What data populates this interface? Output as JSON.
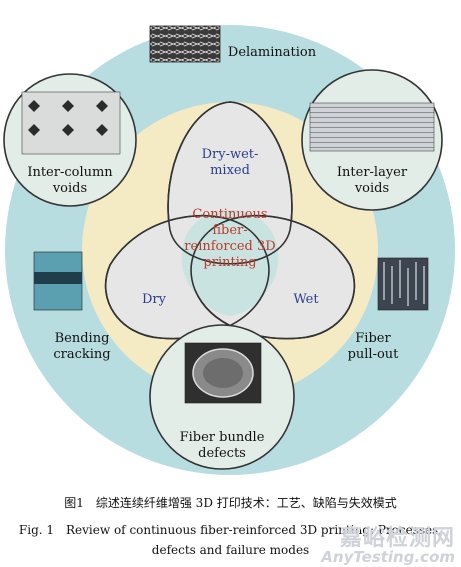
{
  "colors": {
    "outer_ring": "#b7dde0",
    "inner_disc": "#f4ebc5",
    "venn_petal": "#e6e6e6",
    "venn_center": "#c9e3e1",
    "outline": "#333333",
    "process_text": "#2b3d8f",
    "center_text": "#c0392b"
  },
  "diagram": {
    "processes": {
      "top": "Dry-wet-\nmixed",
      "left": "Dry",
      "right": "Wet"
    },
    "center": "Continuous\nfiber-\nreinforced 3D\nprinting",
    "defects": {
      "delamination": "Delamination",
      "inter_column": "Inter-column\nvoids",
      "inter_layer": "Inter-layer\nvoids",
      "bending": "Bending\ncracking",
      "pull_out": "Fiber\npull-out",
      "bundle": "Fiber bundle\ndefects"
    }
  },
  "caption": {
    "cn": "图1　综述连续纤维增强 3D 打印技术：工艺、缺陷与失效模式",
    "en_line1": "Fig. 1　Review of continuous fiber-reinforced 3D printing: Processes,",
    "en_line2": "defects and failure modes"
  },
  "watermark": {
    "line1": "嘉峪检测网",
    "line2": "AnyTesting.com"
  }
}
